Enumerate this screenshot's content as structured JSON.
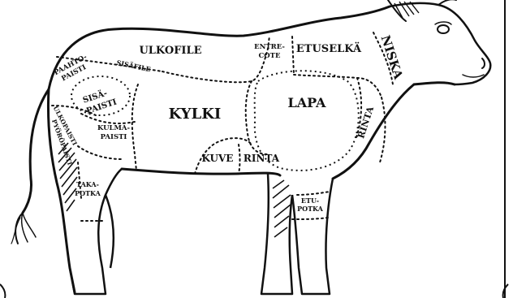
{
  "colors": {
    "background": "#ffffff",
    "ink": "#111111"
  },
  "cuts": {
    "ulkofile": "ULKOFILE",
    "entrecote_1": "ENTRE-",
    "entrecote_2": "COTE",
    "etuselka": "ETUSELKÄ",
    "niska": "NISKA",
    "paahtopaisti_1": "PAAHTO-",
    "paahtopaisti_2": "PAISTI",
    "sisafile": "SISÄFILE",
    "sisapaisti_1": "SISÄ-",
    "sisapaisti_2": "PAISTI",
    "kylki": "KYLKI",
    "lapa": "LAPA",
    "ulkopaisti": "ULKOPAISTI",
    "pyoropaisti": "PYÖRÖPAISTI",
    "kulmapaisti_1": "KULMA-",
    "kulmapaisti_2": "PAISTI",
    "kuve": "KUVE",
    "rinta": "RINTA",
    "rinta_chest": "RINTA",
    "takapotka_1": "TAKA-",
    "takapotka_2": "POTKA",
    "etupotka_1": "ETU-",
    "etupotka_2": "POTKA"
  }
}
